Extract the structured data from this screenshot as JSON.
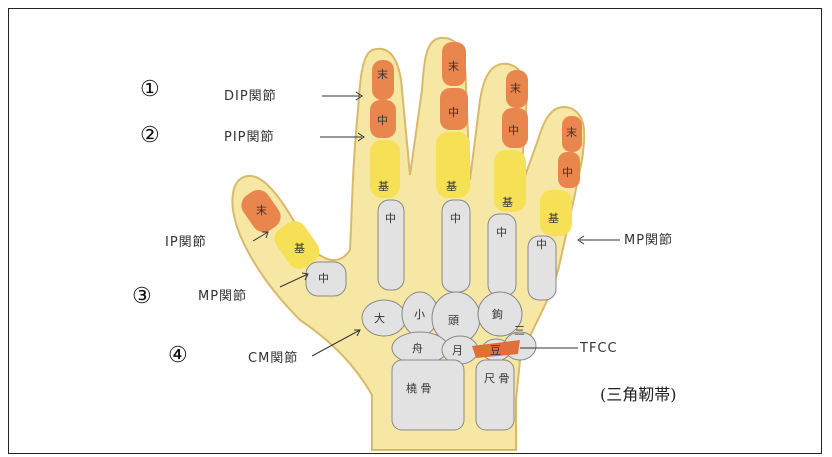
{
  "markers": {
    "m1": "①",
    "m2": "②",
    "m3": "③",
    "m4": "④"
  },
  "labels": {
    "dip": "DIP関節",
    "pip": "PIP関節",
    "ip": "IP関節",
    "mp_thumb": "MP関節",
    "mp_right": "MP関節",
    "cm": "CM関節",
    "tfcc": "TFCC",
    "tfcc_caption": "(三角靭帯)"
  },
  "bones": {
    "distal": "末",
    "middle": "中",
    "proximal": "基",
    "metacarpal": "中",
    "capitate": "頭",
    "hamate": "鉤",
    "trapezoid": "小",
    "trapezium": "大",
    "scaphoid": "舟",
    "lunate": "月",
    "triquetrum": "三",
    "pisiform": "豆",
    "radius": "橈 骨",
    "ulna": "尺 骨"
  },
  "colors": {
    "skin": "#f7e7a4",
    "skin_outline": "#d9b96a",
    "distal": "#e8864e",
    "proximal": "#f6e055",
    "bone": "#e2e2e2",
    "tfcc": "#e0703a"
  }
}
